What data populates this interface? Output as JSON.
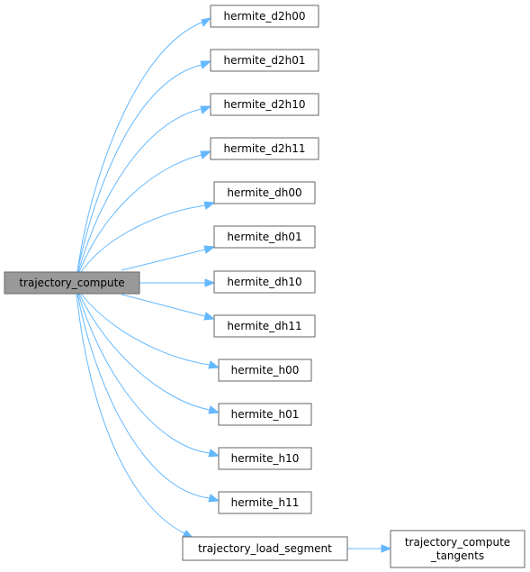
{
  "diagram": {
    "root": {
      "label": "trajectory_compute"
    },
    "callees": [
      {
        "label": "hermite_d2h00"
      },
      {
        "label": "hermite_d2h01"
      },
      {
        "label": "hermite_d2h10"
      },
      {
        "label": "hermite_d2h11"
      },
      {
        "label": "hermite_dh00"
      },
      {
        "label": "hermite_dh01"
      },
      {
        "label": "hermite_dh10"
      },
      {
        "label": "hermite_dh11"
      },
      {
        "label": "hermite_h00"
      },
      {
        "label": "hermite_h01"
      },
      {
        "label": "hermite_h10"
      },
      {
        "label": "hermite_h11"
      },
      {
        "label": "trajectory_load_segment"
      }
    ],
    "secondary": {
      "label_line1": "trajectory_compute",
      "label_line2": "_tangents"
    }
  },
  "colors": {
    "edge": "#63b8ff",
    "root_fill": "#999999",
    "node_border": "#666666"
  }
}
